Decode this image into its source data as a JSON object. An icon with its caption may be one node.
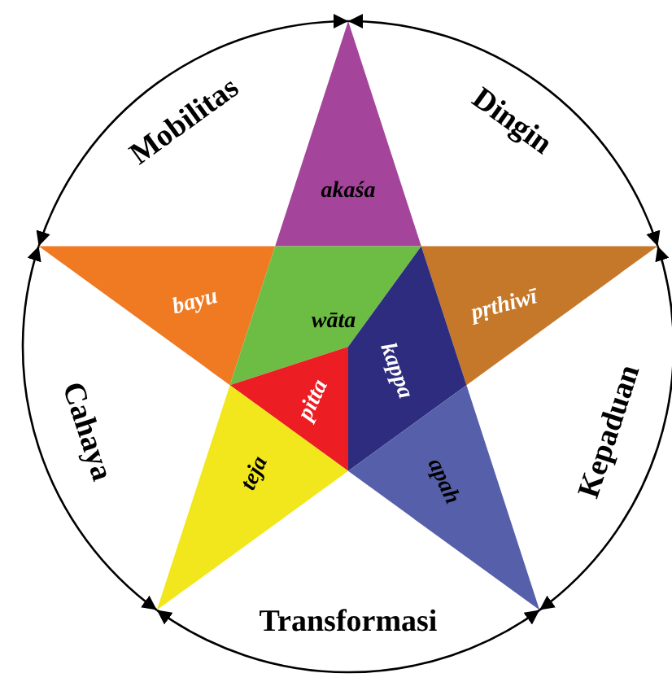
{
  "diagram": {
    "nodes": [
      {
        "text": [
          "akaśa"
        ]
      },
      {
        "text": [
          "bayu"
        ]
      },
      {
        "text": [
          "wāta"
        ]
      },
      {
        "text": [
          "pṛthiwī"
        ]
      },
      {
        "text": [
          "kappa"
        ]
      },
      {
        "text": [
          "pitta"
        ]
      },
      {
        "text": [
          "teja"
        ]
      },
      {
        "text": [
          "apah"
        ]
      }
    ],
    "edges": [
      {
        "from": 0,
        "to": 1,
        "arrow": "both",
        "label": "Mobilitas"
      },
      {
        "from": 0,
        "to": 3,
        "arrow": "both",
        "label": "Dingin"
      },
      {
        "from": 1,
        "to": 6,
        "arrow": "both",
        "label": "Cahaya"
      },
      {
        "from": 3,
        "to": 7,
        "arrow": "both",
        "label": "Kepaduan"
      },
      {
        "from": 6,
        "to": 7,
        "arrow": "both",
        "label": "Transformasi"
      }
    ]
  }
}
